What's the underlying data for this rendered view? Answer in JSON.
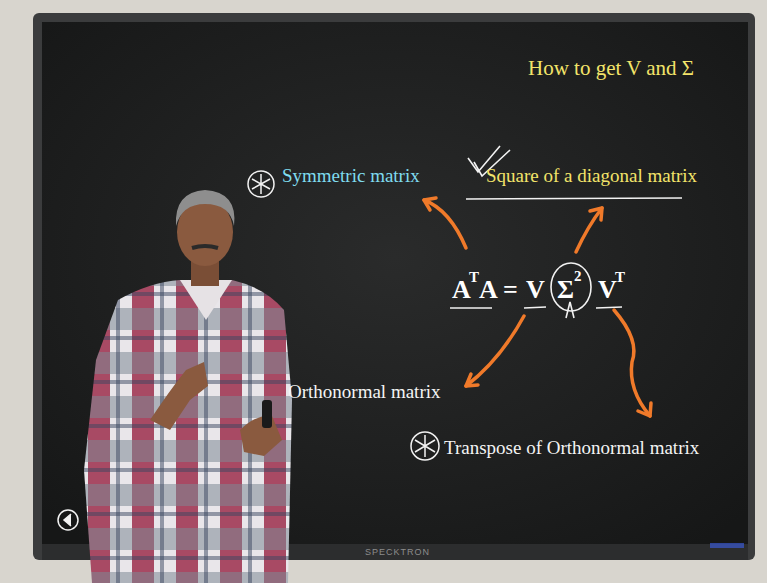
{
  "diagram": {
    "title": "How to get V and Σ",
    "labels": [
      "Symmetric matrix",
      "Square of a diagonal matrix",
      "A",
      "T",
      "A",
      "=",
      "V",
      "Σ",
      "2",
      "V",
      "T",
      "Orthonormal matrix",
      "Transpose of Orthonormal matrix",
      "SPECKTRON"
    ]
  }
}
